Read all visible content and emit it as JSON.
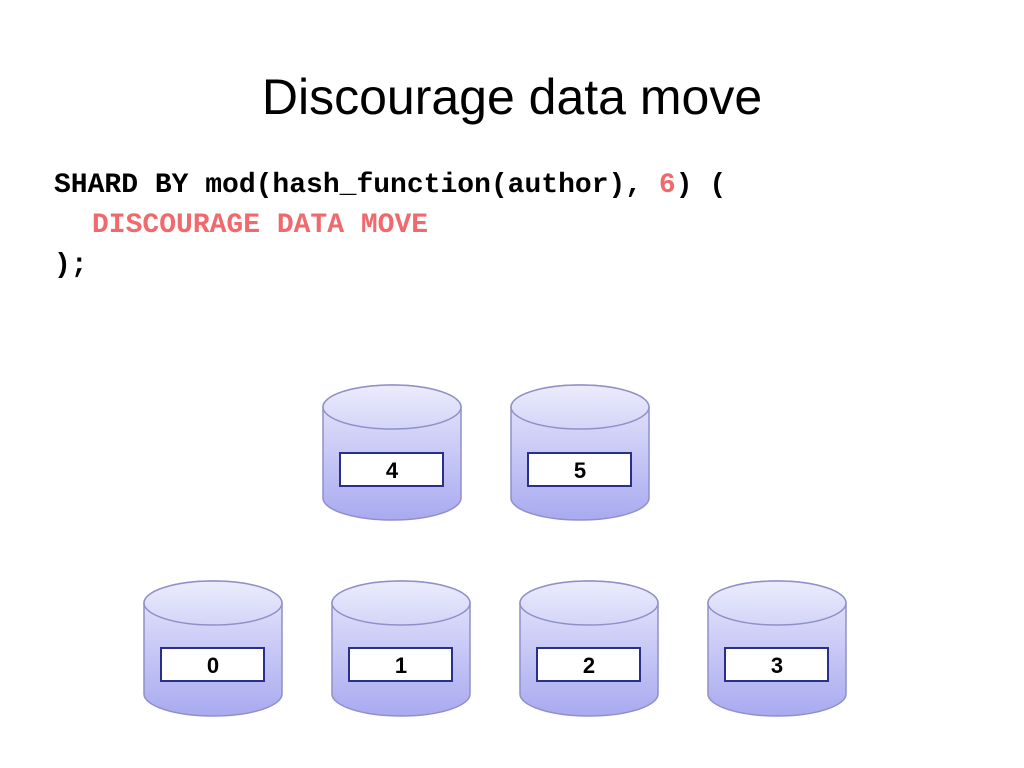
{
  "slide": {
    "title": "Discourage data move"
  },
  "code": {
    "line1_prefix": "SHARD BY mod(hash_function(author), ",
    "line1_number": "6",
    "line1_suffix": ") (",
    "line2": "DISCOURAGE DATA MOVE",
    "line3": ");",
    "highlight_color": "#f0696d"
  },
  "shards": [
    {
      "label": "4"
    },
    {
      "label": "5"
    },
    {
      "label": "0"
    },
    {
      "label": "1"
    },
    {
      "label": "2"
    },
    {
      "label": "3"
    }
  ],
  "colors": {
    "cylinder_fill_top": "#e8e8fc",
    "cylinder_fill_bottom": "#a9aaf0",
    "cylinder_stroke": "#8f90c8",
    "label_box_stroke": "#2b2f8c"
  }
}
